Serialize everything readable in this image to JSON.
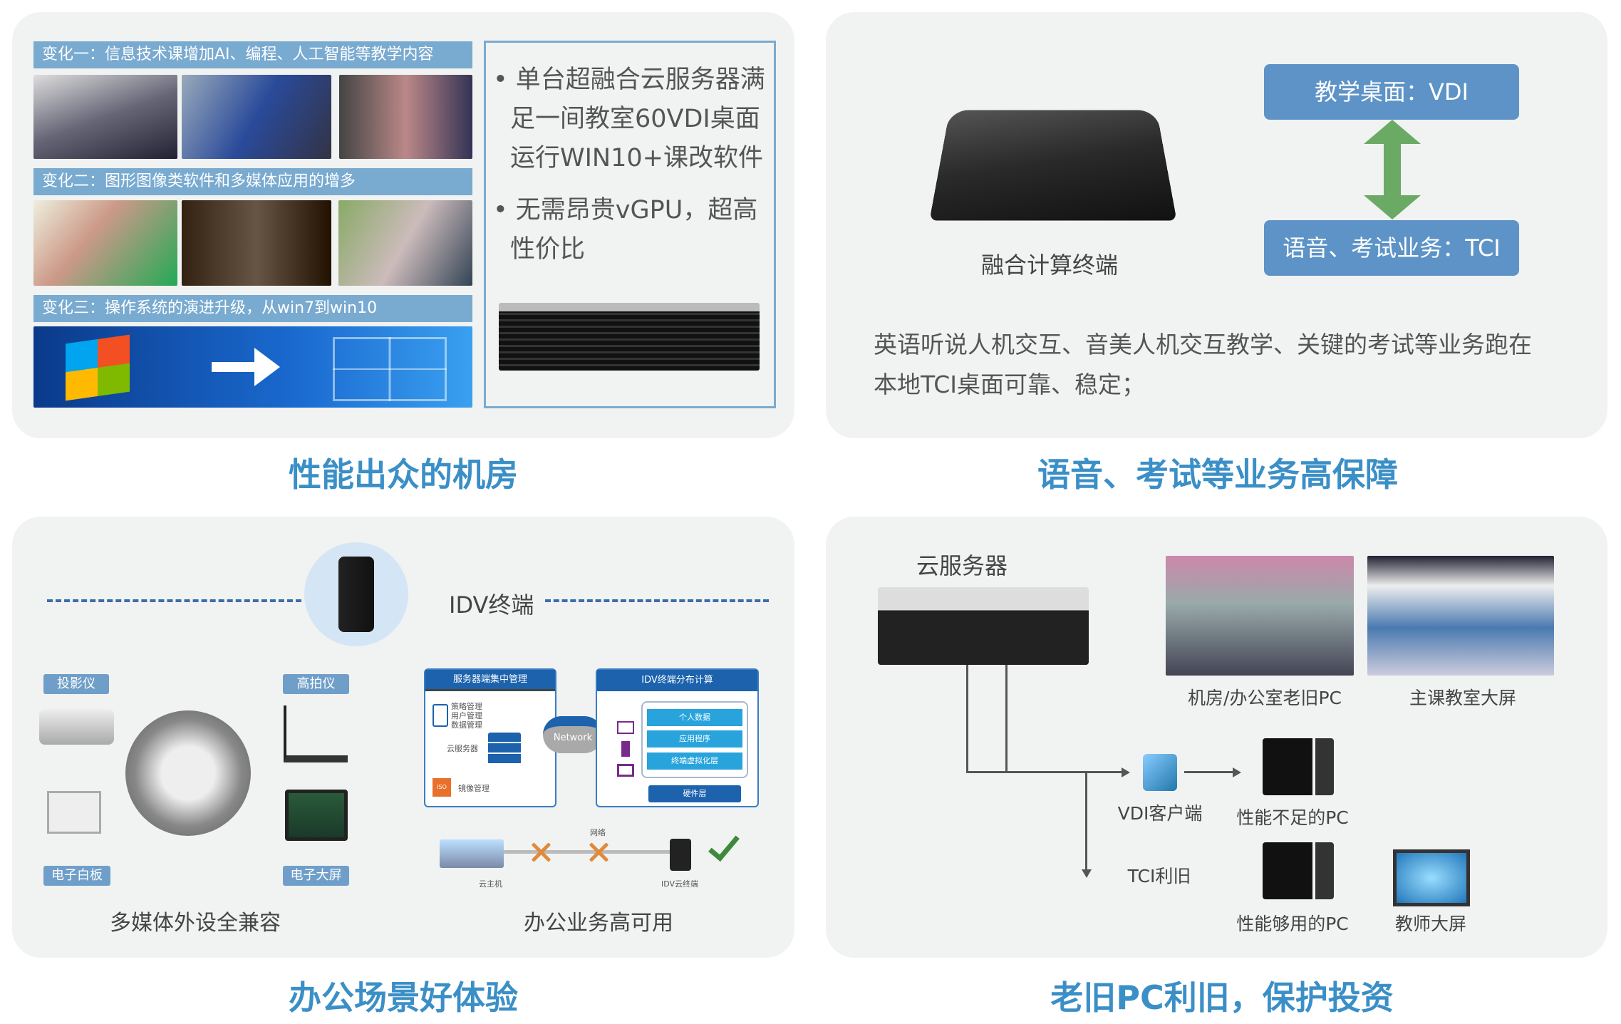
{
  "panel_tl": {
    "banners": [
      "变化一：信息技术课增加AI、编程、人工智能等教学内容",
      "变化二：图形图像类软件和多媒体应用的增多",
      "变化三：操作系统的演进升级，从win7到win10"
    ],
    "bullets": [
      [
        "单台超融合云服务器满",
        "足一间教室60VDI桌面",
        "运行WIN10+课改软件"
      ],
      [
        "无需昂贵vGPU，超高",
        "性价比"
      ]
    ],
    "title": "性能出众的机房"
  },
  "panel_tr": {
    "device_label": "融合计算终端",
    "vdi": "教学桌面：VDI",
    "tci": "语音、考试业务：TCI",
    "paragraph": [
      "英语听说人机交互、音美人机交互教学、关键的考试等业务跑在",
      "本地TCI桌面可靠、稳定；"
    ],
    "title": "语音、考试等业务高保障"
  },
  "panel_bl": {
    "idv_label": "IDV终端",
    "tags": [
      "投影仪",
      "高拍仪",
      "电子白板",
      "电子大屏"
    ],
    "caption_left": "多媒体外设全兼容",
    "caption_right": "办公业务高可用",
    "diagram": {
      "left_header": "服务器端集中管理",
      "mgmt": [
        "策略管理",
        "用户管理",
        "数据管理"
      ],
      "cloud_server": "云服务器",
      "image_mgmt": "镜像管理",
      "iso": "ISO",
      "network": "Network",
      "right_header": "IDV终端分布计算",
      "layers": [
        "个人数据",
        "应用程序",
        "终端虚拟化层"
      ],
      "hardware": "硬件层",
      "host": "云主机",
      "net": "网络",
      "idv_cloud": "IDV云终端"
    },
    "title": "办公场景好体验"
  },
  "panel_br": {
    "server_label": "云服务器",
    "photo_labels": [
      "机房/办公室老旧PC",
      "主课教室大屏"
    ],
    "vdi_client": "VDI客户端",
    "pc_weak": "性能不足的PC",
    "tci_reuse": "TCI利旧",
    "pc_ok": "性能够用的PC",
    "teacher_screen": "教师大屏",
    "title": "老旧PC利旧，保护投资"
  },
  "colors": {
    "title": "#3b8fc7",
    "banner": "#79aad0",
    "panel": "#f1f2f2",
    "button": "#5d93c6",
    "arrow": "#6aaa64"
  }
}
